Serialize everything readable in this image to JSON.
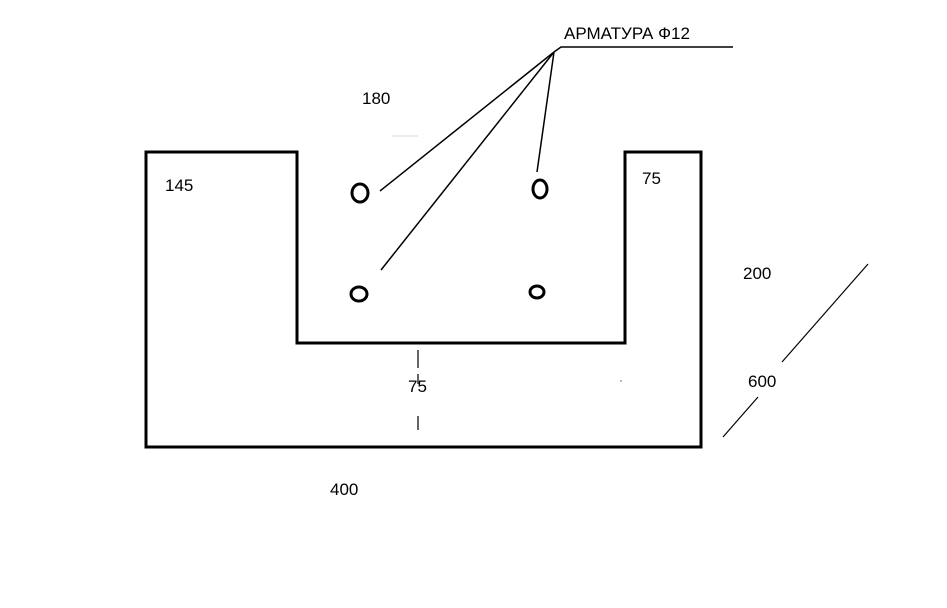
{
  "callout": {
    "label": "АРМАТУРА Ф12"
  },
  "dimensions": {
    "top_opening": "180",
    "left_wall": "145",
    "right_wall": "75",
    "height": "200",
    "bottom_thickness": "75",
    "width": "400",
    "length": "600"
  },
  "colors": {
    "stroke": "#000000",
    "background": "#ffffff"
  }
}
